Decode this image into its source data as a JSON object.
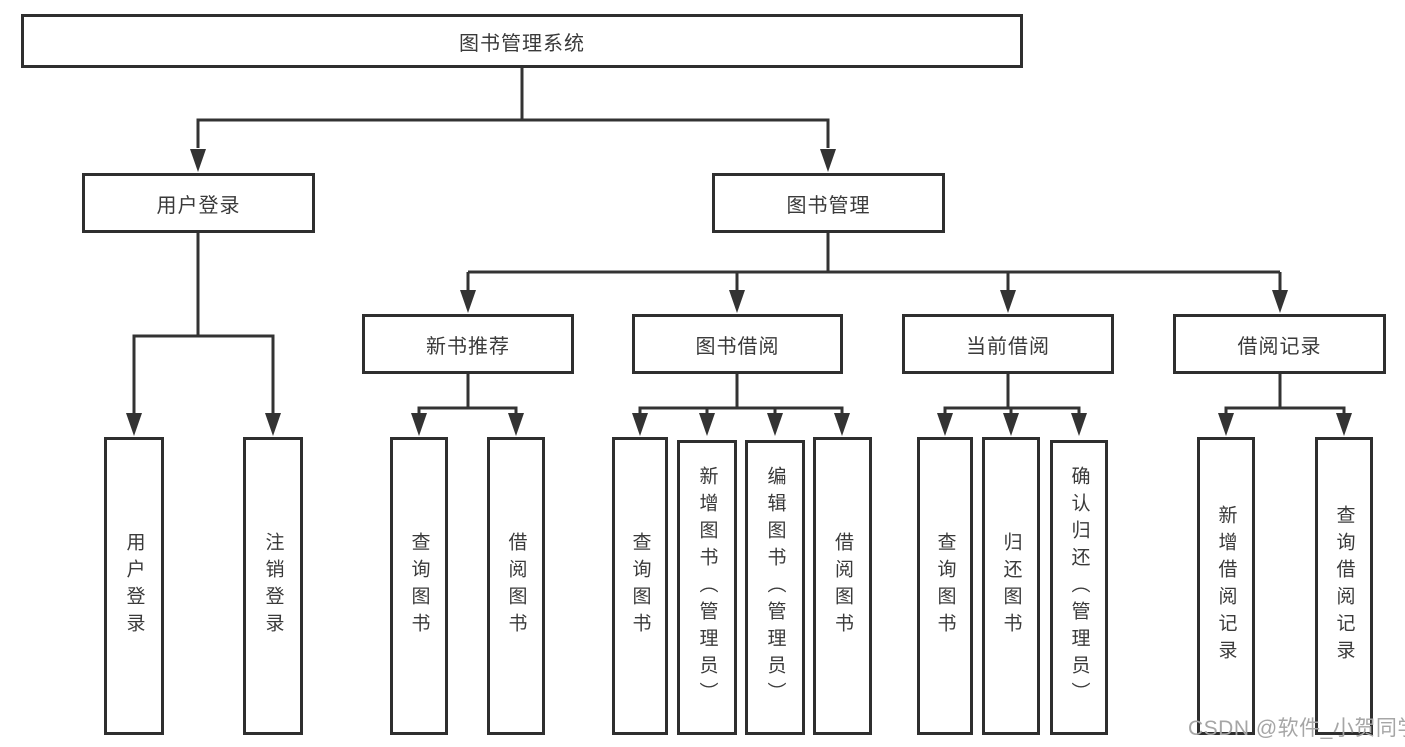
{
  "tree": {
    "root": "图书管理系统",
    "branches": [
      {
        "label": "用户登录",
        "children": [
          "用户登录",
          "注销登录"
        ]
      },
      {
        "label": "图书管理",
        "sections": [
          {
            "label": "新书推荐",
            "children": [
              "查询图书",
              "借阅图书"
            ]
          },
          {
            "label": "图书借阅",
            "children": [
              "查询图书",
              "新增图书（管理员）",
              "编辑图书（管理员）",
              "借阅图书"
            ]
          },
          {
            "label": "当前借阅",
            "children": [
              "查询图书",
              "归还图书",
              "确认归还（管理员）"
            ]
          },
          {
            "label": "借阅记录",
            "children": [
              "新增借阅记录",
              "查询借阅记录"
            ]
          }
        ]
      }
    ]
  },
  "watermark": "CSDN @软件_小贺同学",
  "colors": {
    "line": "#333333",
    "box_border": "#2f2f2f",
    "text": "#3a3a3a",
    "watermark": "#a6a6a6",
    "background": "#ffffff"
  }
}
